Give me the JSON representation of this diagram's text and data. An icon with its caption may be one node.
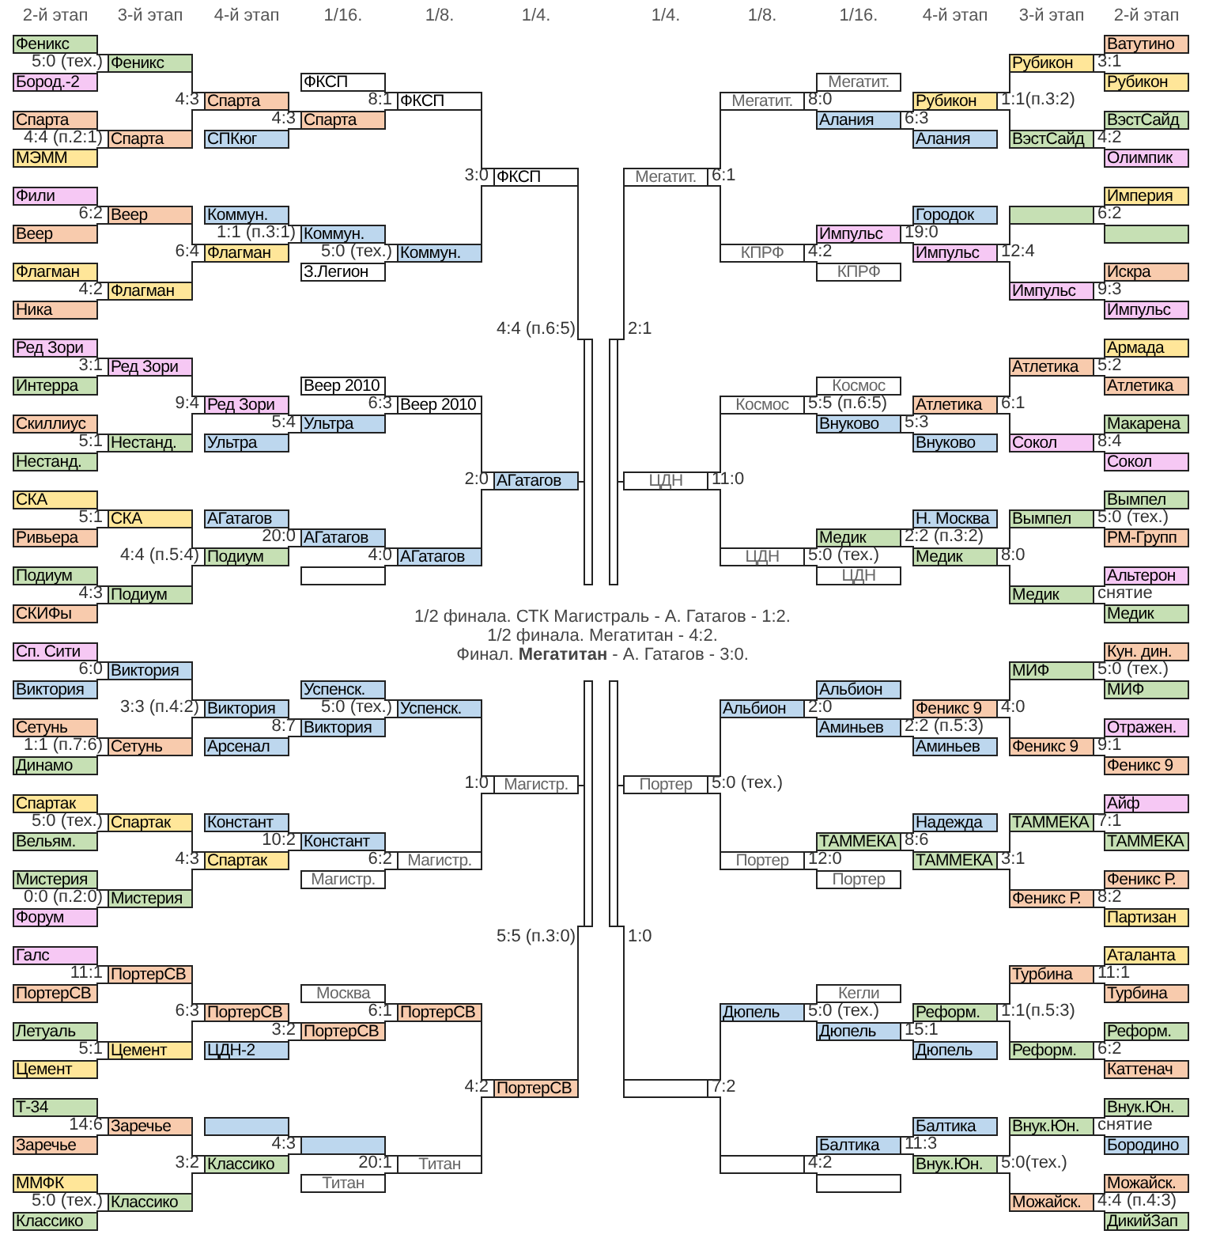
{
  "diagram": {
    "nodes": [
      {
        "text": [
          "Феникс"
        ]
      },
      {
        "text": [
          "Бород.-2"
        ]
      },
      {
        "text": [
          "Спарта"
        ]
      },
      {
        "text": [
          "МЭММ"
        ]
      },
      {
        "text": [
          "Фили"
        ]
      },
      {
        "text": [
          "Веер"
        ]
      },
      {
        "text": [
          "Флагман"
        ]
      },
      {
        "text": [
          "Ника"
        ]
      },
      {
        "text": [
          "Ред Зори"
        ]
      },
      {
        "text": [
          "Интерра"
        ]
      },
      {
        "text": [
          "Скиллиус"
        ]
      },
      {
        "text": [
          "Нестанд."
        ]
      },
      {
        "text": [
          "СКА"
        ]
      },
      {
        "text": [
          "Ривьера"
        ]
      },
      {
        "text": [
          "Подиум"
        ]
      },
      {
        "text": [
          "СКИФы"
        ]
      },
      {
        "text": [
          "Сп. Сити"
        ]
      },
      {
        "text": [
          "Виктория"
        ]
      },
      {
        "text": [
          "Сетунь"
        ]
      },
      {
        "text": [
          "Динамо"
        ]
      },
      {
        "text": [
          "Спартак"
        ]
      },
      {
        "text": [
          "Вельям."
        ]
      },
      {
        "text": [
          "Мистерия"
        ]
      },
      {
        "text": [
          "Форум"
        ]
      },
      {
        "text": [
          "Галс"
        ]
      },
      {
        "text": [
          "ПортерСВ"
        ]
      },
      {
        "text": [
          "Летуаль"
        ]
      },
      {
        "text": [
          "Цемент"
        ]
      },
      {
        "text": [
          "Т-34"
        ]
      },
      {
        "text": [
          "Заречье"
        ]
      },
      {
        "text": [
          "ММФК"
        ]
      },
      {
        "text": [
          "Классико"
        ]
      },
      {
        "text": [
          "Феникс"
        ],
        "beside": [
          "5:0 (тех.)"
        ]
      },
      {
        "text": [
          "Спарта"
        ],
        "beside": [
          "4:4 (п.2:1)"
        ]
      },
      {
        "text": [
          "Веер"
        ],
        "beside": [
          "6:2"
        ]
      },
      {
        "text": [
          "Флагман"
        ],
        "beside": [
          "4:2"
        ]
      },
      {
        "text": [
          "Ред Зори"
        ],
        "beside": [
          "3:1"
        ]
      },
      {
        "text": [
          "Нестанд."
        ],
        "beside": [
          "5:1"
        ]
      },
      {
        "text": [
          "СКА"
        ],
        "beside": [
          "5:1"
        ]
      },
      {
        "text": [
          "Подиум"
        ],
        "beside": [
          "4:3"
        ]
      },
      {
        "text": [
          "Виктория"
        ],
        "beside": [
          "6:0"
        ]
      },
      {
        "text": [
          "Сетунь"
        ],
        "beside": [
          "1:1 (п.7:6)"
        ]
      },
      {
        "text": [
          "Спартак"
        ],
        "beside": [
          "5:0 (тех.)"
        ]
      },
      {
        "text": [
          "Мистерия"
        ],
        "beside": [
          "0:0 (п.2:0)"
        ]
      },
      {
        "text": [
          "ПортерСВ"
        ],
        "beside": [
          "11:1"
        ]
      },
      {
        "text": [
          "Цемент"
        ],
        "beside": [
          "5:1"
        ]
      },
      {
        "text": [
          "Заречье"
        ],
        "beside": [
          "14:6"
        ]
      },
      {
        "text": [
          "Классико"
        ],
        "beside": [
          "5:0 (тех.)"
        ]
      },
      {
        "text": [
          "Спарта"
        ],
        "beside": [
          "4:3"
        ]
      },
      {
        "text": [
          "СПКюг"
        ]
      },
      {
        "text": [
          "Коммун."
        ]
      },
      {
        "text": [
          "Флагман"
        ],
        "beside": [
          "6:4"
        ]
      },
      {
        "text": [
          "Ред Зори"
        ],
        "beside": [
          "9:4"
        ]
      },
      {
        "text": [
          "Ультра"
        ]
      },
      {
        "text": [
          "АГатагов"
        ]
      },
      {
        "text": [
          "Подиум"
        ],
        "beside": [
          "4:4 (п.5:4)"
        ]
      },
      {
        "text": [
          "Виктория"
        ],
        "beside": [
          "3:3 (п.4:2)"
        ]
      },
      {
        "text": [
          "Арсенал"
        ]
      },
      {
        "text": [
          "Констант"
        ]
      },
      {
        "text": [
          "Спартак"
        ],
        "beside": [
          "4:3"
        ]
      },
      {
        "text": [
          "ПортерСВ"
        ],
        "beside": [
          "6:3"
        ]
      },
      {
        "text": [
          "ЦДН-2"
        ]
      },
      {
        "text": [],
        "shape": "box"
      },
      {
        "text": [
          "Классико"
        ],
        "beside": [
          "3:2"
        ]
      },
      {
        "text": [
          "ФКСП"
        ]
      },
      {
        "text": [
          "Спарта"
        ],
        "beside": [
          "4:3"
        ]
      },
      {
        "text": [
          "Коммун."
        ],
        "beside": [
          "1:1 (п.3:1)"
        ]
      },
      {
        "text": [
          "З.Легион"
        ]
      },
      {
        "text": [
          "Веер 2010"
        ]
      },
      {
        "text": [
          "Ультра"
        ],
        "beside": [
          "5:4"
        ]
      },
      {
        "text": [
          "АГатагов"
        ],
        "beside": [
          "20:0"
        ]
      },
      {
        "text": [],
        "shape": "box"
      },
      {
        "text": [
          "Успенск."
        ]
      },
      {
        "text": [
          "Виктория"
        ],
        "beside": [
          "8:7"
        ]
      },
      {
        "text": [
          "Констант"
        ],
        "beside": [
          "10:2"
        ]
      },
      {
        "text": [
          "Магистр."
        ]
      },
      {
        "text": [
          "Москва"
        ]
      },
      {
        "text": [
          "ПортерСВ"
        ],
        "beside": [
          "3:2"
        ]
      },
      {
        "text": [],
        "shape": "box",
        "beside": [
          "4:3"
        ]
      },
      {
        "text": [
          "Титан"
        ]
      },
      {
        "text": [
          "ФКСП"
        ],
        "beside": [
          "8:1"
        ]
      },
      {
        "text": [
          "Коммун."
        ],
        "beside": [
          "5:0 (тех.)"
        ]
      },
      {
        "text": [
          "Веер 2010"
        ],
        "beside": [
          "6:3"
        ]
      },
      {
        "text": [
          "АГатагов"
        ],
        "beside": [
          "4:0"
        ]
      },
      {
        "text": [
          "Успенск."
        ],
        "beside": [
          "5:0 (тех.)"
        ]
      },
      {
        "text": [
          "Магистр."
        ],
        "beside": [
          "6:2"
        ]
      },
      {
        "text": [
          "ПортерСВ"
        ],
        "beside": [
          "6:1"
        ]
      },
      {
        "text": [
          "Титан"
        ],
        "beside": [
          "20:1"
        ]
      },
      {
        "text": [
          "ФКСП"
        ],
        "beside": [
          "3:0"
        ]
      },
      {
        "text": [
          "АГатагов"
        ],
        "beside": [
          "2:0"
        ]
      },
      {
        "text": [
          "Магистр."
        ],
        "beside": [
          "1:0"
        ]
      },
      {
        "text": [
          "ПортерСВ"
        ],
        "beside": [
          "4:2"
        ]
      },
      {
        "text": [],
        "shape": "bar",
        "beside": [
          "4:4 (п.6:5)"
        ]
      },
      {
        "text": [],
        "shape": "bar",
        "beside": [
          "5:5 (п.3:0)"
        ]
      },
      {
        "text": [],
        "shape": "bar",
        "beside": [
          "2:1"
        ]
      },
      {
        "text": [],
        "shape": "bar",
        "beside": [
          "1:0"
        ]
      },
      {
        "text": [
          "Мегатит."
        ],
        "beside": [
          "6:1"
        ]
      },
      {
        "text": [
          "ЦДН"
        ],
        "beside": [
          "11:0"
        ]
      },
      {
        "text": [
          "Портер"
        ],
        "beside": [
          "5:0 (тех.)"
        ]
      },
      {
        "text": [],
        "shape": "box",
        "beside": [
          "7:2"
        ]
      },
      {
        "text": [
          "Мегатит."
        ],
        "beside": [
          "8:0"
        ]
      },
      {
        "text": [
          "КПРФ"
        ],
        "beside": [
          "4:2"
        ]
      },
      {
        "text": [
          "Космос"
        ],
        "beside": [
          "5:5 (п.6:5)"
        ]
      },
      {
        "text": [
          "ЦДН"
        ],
        "beside": [
          "5:0 (тех.)"
        ]
      },
      {
        "text": [
          "Альбион"
        ],
        "beside": [
          "2:0"
        ]
      },
      {
        "text": [
          "Портер"
        ],
        "beside": [
          "12:0"
        ]
      },
      {
        "text": [
          "Дюпель"
        ],
        "beside": [
          "5:0 (тех.)"
        ]
      },
      {
        "text": [],
        "shape": "box",
        "beside": [
          "4:2"
        ]
      },
      {
        "text": [
          "Мегатит."
        ]
      },
      {
        "text": [
          "Алания"
        ],
        "beside": [
          "6:3"
        ]
      },
      {
        "text": [
          "Импульс"
        ],
        "beside": [
          "19:0"
        ]
      },
      {
        "text": [
          "КПРФ"
        ]
      },
      {
        "text": [
          "Космос"
        ]
      },
      {
        "text": [
          "Внуково"
        ],
        "beside": [
          "5:3"
        ]
      },
      {
        "text": [
          "Медик"
        ],
        "beside": [
          "2:2 (п.3:2)"
        ]
      },
      {
        "text": [
          "ЦДН"
        ]
      },
      {
        "text": [
          "Альбион"
        ]
      },
      {
        "text": [
          "Аминьев"
        ],
        "beside": [
          "2:2 (п.5:3)"
        ]
      },
      {
        "text": [
          "ТАММЕКА"
        ],
        "beside": [
          "8:6"
        ]
      },
      {
        "text": [
          "Портер"
        ]
      },
      {
        "text": [
          "Кегли"
        ]
      },
      {
        "text": [
          "Дюпель"
        ],
        "beside": [
          "15:1"
        ]
      },
      {
        "text": [
          "Балтика"
        ],
        "beside": [
          "11:3"
        ]
      },
      {
        "text": [],
        "shape": "box"
      },
      {
        "text": [
          "Рубикон"
        ],
        "beside": [
          "1:1(п.3:2)"
        ]
      },
      {
        "text": [
          "Алания"
        ]
      },
      {
        "text": [
          "Городок"
        ]
      },
      {
        "text": [
          "Импульс"
        ],
        "beside": [
          "12:4"
        ]
      },
      {
        "text": [
          "Атлетика"
        ],
        "beside": [
          "6:1"
        ]
      },
      {
        "text": [
          "Внуково"
        ]
      },
      {
        "text": [
          "Н. Москва"
        ]
      },
      {
        "text": [
          "Медик"
        ],
        "beside": [
          "8:0"
        ]
      },
      {
        "text": [
          "Феникс 9"
        ],
        "beside": [
          "4:0"
        ]
      },
      {
        "text": [
          "Аминьев"
        ]
      },
      {
        "text": [
          "Надежда"
        ]
      },
      {
        "text": [
          "ТАММЕКА"
        ],
        "beside": [
          "3:1"
        ]
      },
      {
        "text": [
          "Реформ."
        ],
        "beside": [
          "1:1(п.5:3)"
        ]
      },
      {
        "text": [
          "Дюпель"
        ]
      },
      {
        "text": [
          "Балтика"
        ]
      },
      {
        "text": [
          "Внук.Юн."
        ],
        "beside": [
          "5:0(тех.)"
        ]
      },
      {
        "text": [
          "Рубикон"
        ],
        "beside": [
          "3:1"
        ]
      },
      {
        "text": [
          "ВэстСайд"
        ],
        "beside": [
          "4:2"
        ]
      },
      {
        "text": [],
        "shape": "box",
        "beside": [
          "6:2"
        ]
      },
      {
        "text": [
          "Импульс"
        ],
        "beside": [
          "9:3"
        ]
      },
      {
        "text": [
          "Атлетика"
        ],
        "beside": [
          "5:2"
        ]
      },
      {
        "text": [
          "Сокол"
        ],
        "beside": [
          "8:4"
        ]
      },
      {
        "text": [
          "Вымпел"
        ],
        "beside": [
          "5:0 (тех.)"
        ]
      },
      {
        "text": [
          "Медик"
        ],
        "beside": [
          "снятие"
        ]
      },
      {
        "text": [
          "МИФ"
        ],
        "beside": [
          "5:0 (тех.)"
        ]
      },
      {
        "text": [
          "Феникс 9"
        ],
        "beside": [
          "9:1"
        ]
      },
      {
        "text": [
          "ТАММЕКА"
        ],
        "beside": [
          "7:1"
        ]
      },
      {
        "text": [
          "Феникс Р."
        ],
        "beside": [
          "8:2"
        ]
      },
      {
        "text": [
          "Турбина"
        ],
        "beside": [
          "11:1"
        ]
      },
      {
        "text": [
          "Реформ."
        ],
        "beside": [
          "6:2"
        ]
      },
      {
        "text": [
          "Внук.Юн."
        ],
        "beside": [
          "снятие"
        ]
      },
      {
        "text": [
          "Можайск."
        ],
        "beside": [
          "4:4 (п.4:3)"
        ]
      },
      {
        "text": [
          "Ватутино"
        ]
      },
      {
        "text": [
          "Рубикон"
        ]
      },
      {
        "text": [
          "ВэстСайд"
        ]
      },
      {
        "text": [
          "Олимпик"
        ]
      },
      {
        "text": [
          "Империя"
        ]
      },
      {
        "text": [],
        "shape": "box"
      },
      {
        "text": [
          "Искра"
        ]
      },
      {
        "text": [
          "Импульс"
        ]
      },
      {
        "text": [
          "Армада"
        ]
      },
      {
        "text": [
          "Атлетика"
        ]
      },
      {
        "text": [
          "Макарена"
        ]
      },
      {
        "text": [
          "Сокол"
        ]
      },
      {
        "text": [
          "Вымпел"
        ]
      },
      {
        "text": [
          "РМ-Групп"
        ]
      },
      {
        "text": [
          "Альтерон"
        ]
      },
      {
        "text": [
          "Медик"
        ]
      },
      {
        "text": [
          "Кун. дин."
        ]
      },
      {
        "text": [
          "МИФ"
        ]
      },
      {
        "text": [
          "Отражен."
        ]
      },
      {
        "text": [
          "Феникс 9"
        ]
      },
      {
        "text": [
          "Айф"
        ]
      },
      {
        "text": [
          "ТАММЕКА"
        ]
      },
      {
        "text": [
          "Феникс Р."
        ]
      },
      {
        "text": [
          "Партизан"
        ]
      },
      {
        "text": [
          "Аталанта"
        ]
      },
      {
        "text": [
          "Турбина"
        ]
      },
      {
        "text": [
          "Реформ."
        ]
      },
      {
        "text": [
          "Каттенач"
        ]
      },
      {
        "text": [
          "Внук.Юн."
        ]
      },
      {
        "text": [
          "Бородино"
        ]
      },
      {
        "text": [
          "Можайск."
        ]
      },
      {
        "text": [
          "ДикийЗап"
        ]
      }
    ],
    "edges": [
      {
        "from": 0,
        "to": 32,
        "arrow": "none"
      },
      {
        "from": 1,
        "to": 32,
        "arrow": "none"
      },
      {
        "from": 2,
        "to": 33,
        "arrow": "none"
      },
      {
        "from": 3,
        "to": 33,
        "arrow": "none"
      },
      {
        "from": 4,
        "to": 34,
        "arrow": "none"
      },
      {
        "from": 5,
        "to": 34,
        "arrow": "none"
      },
      {
        "from": 6,
        "to": 35,
        "arrow": "none"
      },
      {
        "from": 7,
        "to": 35,
        "arrow": "none"
      },
      {
        "from": 8,
        "to": 36,
        "arrow": "none"
      },
      {
        "from": 9,
        "to": 36,
        "arrow": "none"
      },
      {
        "from": 10,
        "to": 37,
        "arrow": "none"
      },
      {
        "from": 11,
        "to": 37,
        "arrow": "none"
      },
      {
        "from": 12,
        "to": 38,
        "arrow": "none"
      },
      {
        "from": 13,
        "to": 38,
        "arrow": "none"
      },
      {
        "from": 14,
        "to": 39,
        "arrow": "none"
      },
      {
        "from": 15,
        "to": 39,
        "arrow": "none"
      },
      {
        "from": 16,
        "to": 40,
        "arrow": "none"
      },
      {
        "from": 17,
        "to": 40,
        "arrow": "none"
      },
      {
        "from": 18,
        "to": 41,
        "arrow": "none"
      },
      {
        "from": 19,
        "to": 41,
        "arrow": "none"
      },
      {
        "from": 20,
        "to": 42,
        "arrow": "none"
      },
      {
        "from": 21,
        "to": 42,
        "arrow": "none"
      },
      {
        "from": 22,
        "to": 43,
        "arrow": "none"
      },
      {
        "from": 23,
        "to": 43,
        "arrow": "none"
      },
      {
        "from": 24,
        "to": 44,
        "arrow": "none"
      },
      {
        "from": 25,
        "to": 44,
        "arrow": "none"
      },
      {
        "from": 26,
        "to": 45,
        "arrow": "none"
      },
      {
        "from": 27,
        "to": 45,
        "arrow": "none"
      },
      {
        "from": 28,
        "to": 46,
        "arrow": "none"
      },
      {
        "from": 29,
        "to": 46,
        "arrow": "none"
      },
      {
        "from": 30,
        "to": 47,
        "arrow": "none"
      },
      {
        "from": 31,
        "to": 47,
        "arrow": "none"
      },
      {
        "from": 32,
        "to": 48,
        "arrow": "none"
      },
      {
        "from": 33,
        "to": 48,
        "arrow": "none"
      },
      {
        "from": 34,
        "to": 51,
        "arrow": "none"
      },
      {
        "from": 35,
        "to": 51,
        "arrow": "none"
      },
      {
        "from": 36,
        "to": 52,
        "arrow": "none"
      },
      {
        "from": 37,
        "to": 52,
        "arrow": "none"
      },
      {
        "from": 38,
        "to": 55,
        "arrow": "none"
      },
      {
        "from": 39,
        "to": 55,
        "arrow": "none"
      },
      {
        "from": 40,
        "to": 56,
        "arrow": "none"
      },
      {
        "from": 41,
        "to": 56,
        "arrow": "none"
      },
      {
        "from": 42,
        "to": 59,
        "arrow": "none"
      },
      {
        "from": 43,
        "to": 59,
        "arrow": "none"
      },
      {
        "from": 44,
        "to": 60,
        "arrow": "none"
      },
      {
        "from": 45,
        "to": 60,
        "arrow": "none"
      },
      {
        "from": 46,
        "to": 63,
        "arrow": "none"
      },
      {
        "from": 47,
        "to": 63,
        "arrow": "none"
      },
      {
        "from": 48,
        "to": 65,
        "arrow": "none"
      },
      {
        "from": 49,
        "to": 65,
        "arrow": "none"
      },
      {
        "from": 50,
        "to": 66,
        "arrow": "none"
      },
      {
        "from": 51,
        "to": 66,
        "arrow": "none"
      },
      {
        "from": 52,
        "to": 69,
        "arrow": "none"
      },
      {
        "from": 53,
        "to": 69,
        "arrow": "none"
      },
      {
        "from": 54,
        "to": 70,
        "arrow": "none"
      },
      {
        "from": 55,
        "to": 70,
        "arrow": "none"
      },
      {
        "from": 56,
        "to": 73,
        "arrow": "none"
      },
      {
        "from": 57,
        "to": 73,
        "arrow": "none"
      },
      {
        "from": 58,
        "to": 74,
        "arrow": "none"
      },
      {
        "from": 59,
        "to": 74,
        "arrow": "none"
      },
      {
        "from": 60,
        "to": 77,
        "arrow": "none"
      },
      {
        "from": 61,
        "to": 77,
        "arrow": "none"
      },
      {
        "from": 62,
        "to": 78,
        "arrow": "none"
      },
      {
        "from": 63,
        "to": 78,
        "arrow": "none"
      },
      {
        "from": 64,
        "to": 80,
        "arrow": "none"
      },
      {
        "from": 65,
        "to": 80,
        "arrow": "none"
      },
      {
        "from": 66,
        "to": 81,
        "arrow": "none"
      },
      {
        "from": 67,
        "to": 81,
        "arrow": "none"
      },
      {
        "from": 68,
        "to": 82,
        "arrow": "none"
      },
      {
        "from": 69,
        "to": 82,
        "arrow": "none"
      },
      {
        "from": 70,
        "to": 83,
        "arrow": "none"
      },
      {
        "from": 71,
        "to": 83,
        "arrow": "none"
      },
      {
        "from": 72,
        "to": 84,
        "arrow": "none"
      },
      {
        "from": 73,
        "to": 84,
        "arrow": "none"
      },
      {
        "from": 74,
        "to": 85,
        "arrow": "none"
      },
      {
        "from": 75,
        "to": 85,
        "arrow": "none"
      },
      {
        "from": 76,
        "to": 86,
        "arrow": "none"
      },
      {
        "from": 77,
        "to": 86,
        "arrow": "none"
      },
      {
        "from": 78,
        "to": 87,
        "arrow": "none"
      },
      {
        "from": 79,
        "to": 87,
        "arrow": "none"
      },
      {
        "from": 80,
        "to": 88,
        "arrow": "none"
      },
      {
        "from": 81,
        "to": 88,
        "arrow": "none"
      },
      {
        "from": 82,
        "to": 89,
        "arrow": "none"
      },
      {
        "from": 83,
        "to": 89,
        "arrow": "none"
      },
      {
        "from": 84,
        "to": 90,
        "arrow": "none"
      },
      {
        "from": 85,
        "to": 90,
        "arrow": "none"
      },
      {
        "from": 86,
        "to": 91,
        "arrow": "none"
      },
      {
        "from": 87,
        "to": 91,
        "arrow": "none"
      },
      {
        "from": 88,
        "to": 92,
        "arrow": "none"
      },
      {
        "from": 89,
        "to": 92,
        "arrow": "none"
      },
      {
        "from": 90,
        "to": 93,
        "arrow": "none"
      },
      {
        "from": 91,
        "to": 93,
        "arrow": "none"
      },
      {
        "from": 96,
        "to": 94,
        "arrow": "none"
      },
      {
        "from": 97,
        "to": 94,
        "arrow": "none"
      },
      {
        "from": 98,
        "to": 95,
        "arrow": "none"
      },
      {
        "from": 99,
        "to": 95,
        "arrow": "none"
      },
      {
        "from": 100,
        "to": 96,
        "arrow": "none"
      },
      {
        "from": 101,
        "to": 96,
        "arrow": "none"
      },
      {
        "from": 102,
        "to": 97,
        "arrow": "none"
      },
      {
        "from": 103,
        "to": 97,
        "arrow": "none"
      },
      {
        "from": 104,
        "to": 98,
        "arrow": "none"
      },
      {
        "from": 105,
        "to": 98,
        "arrow": "none"
      },
      {
        "from": 106,
        "to": 99,
        "arrow": "none"
      },
      {
        "from": 107,
        "to": 99,
        "arrow": "none"
      },
      {
        "from": 108,
        "to": 100,
        "arrow": "none"
      },
      {
        "from": 109,
        "to": 100,
        "arrow": "none"
      },
      {
        "from": 110,
        "to": 101,
        "arrow": "none"
      },
      {
        "from": 111,
        "to": 101,
        "arrow": "none"
      },
      {
        "from": 112,
        "to": 102,
        "arrow": "none"
      },
      {
        "from": 113,
        "to": 102,
        "arrow": "none"
      },
      {
        "from": 114,
        "to": 103,
        "arrow": "none"
      },
      {
        "from": 115,
        "to": 103,
        "arrow": "none"
      },
      {
        "from": 116,
        "to": 104,
        "arrow": "none"
      },
      {
        "from": 117,
        "to": 104,
        "arrow": "none"
      },
      {
        "from": 118,
        "to": 105,
        "arrow": "none"
      },
      {
        "from": 119,
        "to": 105,
        "arrow": "none"
      },
      {
        "from": 120,
        "to": 106,
        "arrow": "none"
      },
      {
        "from": 121,
        "to": 106,
        "arrow": "none"
      },
      {
        "from": 122,
        "to": 107,
        "arrow": "none"
      },
      {
        "from": 123,
        "to": 107,
        "arrow": "none"
      },
      {
        "from": 124,
        "to": 109,
        "arrow": "none"
      },
      {
        "from": 125,
        "to": 109,
        "arrow": "none"
      },
      {
        "from": 126,
        "to": 110,
        "arrow": "none"
      },
      {
        "from": 127,
        "to": 110,
        "arrow": "none"
      },
      {
        "from": 128,
        "to": 113,
        "arrow": "none"
      },
      {
        "from": 129,
        "to": 113,
        "arrow": "none"
      },
      {
        "from": 130,
        "to": 114,
        "arrow": "none"
      },
      {
        "from": 131,
        "to": 114,
        "arrow": "none"
      },
      {
        "from": 132,
        "to": 117,
        "arrow": "none"
      },
      {
        "from": 133,
        "to": 117,
        "arrow": "none"
      },
      {
        "from": 134,
        "to": 118,
        "arrow": "none"
      },
      {
        "from": 135,
        "to": 118,
        "arrow": "none"
      },
      {
        "from": 136,
        "to": 121,
        "arrow": "none"
      },
      {
        "from": 137,
        "to": 121,
        "arrow": "none"
      },
      {
        "from": 138,
        "to": 122,
        "arrow": "none"
      },
      {
        "from": 139,
        "to": 122,
        "arrow": "none"
      },
      {
        "from": 140,
        "to": 124,
        "arrow": "none"
      },
      {
        "from": 141,
        "to": 124,
        "arrow": "none"
      },
      {
        "from": 142,
        "to": 127,
        "arrow": "none"
      },
      {
        "from": 143,
        "to": 127,
        "arrow": "none"
      },
      {
        "from": 144,
        "to": 128,
        "arrow": "none"
      },
      {
        "from": 145,
        "to": 128,
        "arrow": "none"
      },
      {
        "from": 146,
        "to": 131,
        "arrow": "none"
      },
      {
        "from": 147,
        "to": 131,
        "arrow": "none"
      },
      {
        "from": 148,
        "to": 132,
        "arrow": "none"
      },
      {
        "from": 149,
        "to": 132,
        "arrow": "none"
      },
      {
        "from": 150,
        "to": 135,
        "arrow": "none"
      },
      {
        "from": 151,
        "to": 135,
        "arrow": "none"
      },
      {
        "from": 152,
        "to": 136,
        "arrow": "none"
      },
      {
        "from": 153,
        "to": 136,
        "arrow": "none"
      },
      {
        "from": 154,
        "to": 139,
        "arrow": "none"
      },
      {
        "from": 155,
        "to": 139,
        "arrow": "none"
      },
      {
        "from": 156,
        "to": 140,
        "arrow": "none"
      },
      {
        "from": 157,
        "to": 140,
        "arrow": "none"
      },
      {
        "from": 158,
        "to": 141,
        "arrow": "none"
      },
      {
        "from": 159,
        "to": 141,
        "arrow": "none"
      },
      {
        "from": 160,
        "to": 142,
        "arrow": "none"
      },
      {
        "from": 161,
        "to": 142,
        "arrow": "none"
      },
      {
        "from": 162,
        "to": 143,
        "arrow": "none"
      },
      {
        "from": 163,
        "to": 143,
        "arrow": "none"
      },
      {
        "from": 164,
        "to": 144,
        "arrow": "none"
      },
      {
        "from": 165,
        "to": 144,
        "arrow": "none"
      },
      {
        "from": 166,
        "to": 145,
        "arrow": "none"
      },
      {
        "from": 167,
        "to": 145,
        "arrow": "none"
      },
      {
        "from": 168,
        "to": 146,
        "arrow": "none"
      },
      {
        "from": 169,
        "to": 146,
        "arrow": "none"
      },
      {
        "from": 170,
        "to": 147,
        "arrow": "none"
      },
      {
        "from": 171,
        "to": 147,
        "arrow": "none"
      },
      {
        "from": 172,
        "to": 148,
        "arrow": "none"
      },
      {
        "from": 173,
        "to": 148,
        "arrow": "none"
      },
      {
        "from": 174,
        "to": 149,
        "arrow": "none"
      },
      {
        "from": 175,
        "to": 149,
        "arrow": "none"
      },
      {
        "from": 176,
        "to": 150,
        "arrow": "none"
      },
      {
        "from": 177,
        "to": 150,
        "arrow": "none"
      },
      {
        "from": 178,
        "to": 151,
        "arrow": "none"
      },
      {
        "from": 179,
        "to": 151,
        "arrow": "none"
      },
      {
        "from": 180,
        "to": 152,
        "arrow": "none"
      },
      {
        "from": 181,
        "to": 152,
        "arrow": "none"
      },
      {
        "from": 182,
        "to": 153,
        "arrow": "none"
      },
      {
        "from": 183,
        "to": 153,
        "arrow": "none"
      },
      {
        "from": 184,
        "to": 154,
        "arrow": "none"
      },
      {
        "from": 185,
        "to": 154,
        "arrow": "none"
      },
      {
        "from": 186,
        "to": 155,
        "arrow": "none"
      },
      {
        "from": 187,
        "to": 155,
        "arrow": "none"
      }
    ],
    "labels": [
      "2-й этап",
      "3-й этап",
      "4-й этап",
      "1/16.",
      "1/8.",
      "1/4.",
      "1/4.",
      "1/8.",
      "1/16.",
      "4-й этап",
      "3-й этап",
      "2-й этап",
      "1/2 финала. СТК Магистраль - А. Гатагов - 1:2.",
      "1/2 финала. Мегатитан - 4:2.",
      "Финал. **Мегатитан** - А. Гатагов - 3:0."
    ]
  }
}
